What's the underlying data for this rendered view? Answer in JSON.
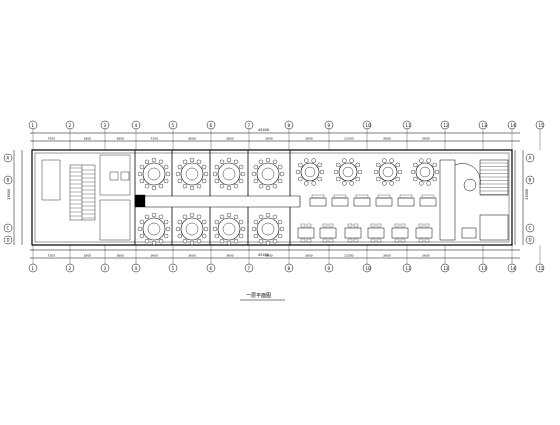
{
  "drawing": {
    "caption": "一层平面图",
    "overall_dimension_top": "45400",
    "overall_dimension_bottom": "45400",
    "left_dimension": "13600",
    "right_dimension": "13600",
    "top_dimension_segments": [
      "7200",
      "1800",
      "3600",
      "7200",
      "3600",
      "3600",
      "3600",
      "3600",
      "13200",
      "3600",
      "3600"
    ],
    "bottom_dimension_segments": [
      "7200",
      "1800",
      "3600",
      "3600",
      "3600",
      "3600",
      "3600",
      "3600",
      "13200",
      "3600",
      "3600"
    ],
    "axis_labels_top": [
      "1",
      "2",
      "3",
      "4",
      "5",
      "6",
      "7",
      "8",
      "9",
      "10",
      "11",
      "12",
      "13",
      "14",
      "15"
    ],
    "axis_labels_left": [
      "A",
      "B",
      "C",
      "D"
    ],
    "colors": {
      "line": "#000000",
      "background": "#ffffff"
    }
  }
}
